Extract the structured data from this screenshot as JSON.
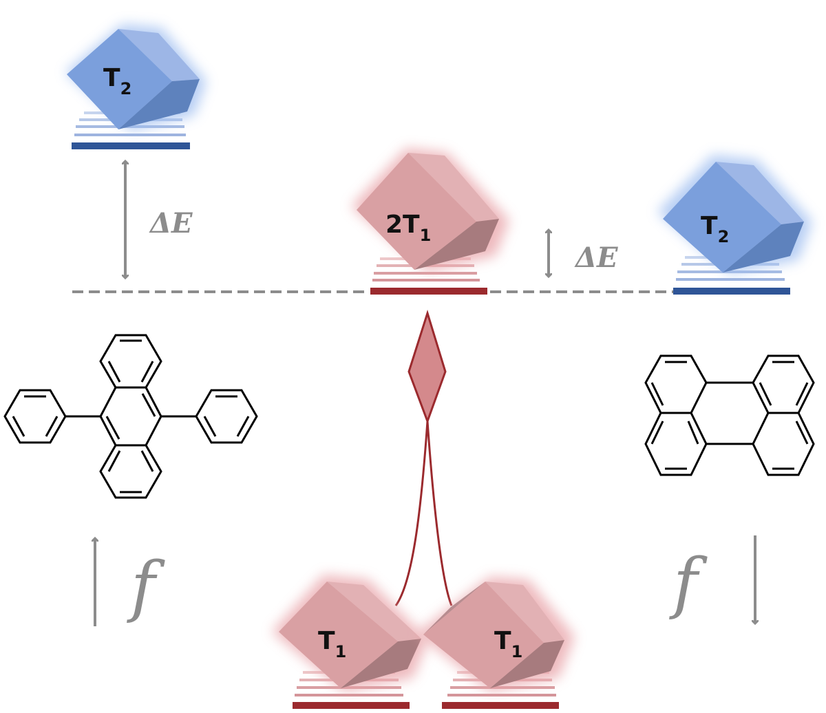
{
  "labels": {
    "t2_left": "T",
    "t2_left_sub": "2",
    "t2_right": "T",
    "t2_right_sub": "2",
    "pair_state": "2T",
    "pair_state_sub": "1",
    "t1_left": "T",
    "t1_left_sub": "1",
    "t1_right": "T",
    "t1_right_sub": "1",
    "delta_e_large": "ΔE",
    "delta_e_small": "ΔE",
    "f_left": "f",
    "f_right": "f"
  },
  "colors": {
    "blue_cube": "#7b9fdc",
    "blue_level": "#2f5597",
    "red_cube": "#d9a0a3",
    "red_level": "#9b2a2e",
    "arrow_gray": "#8c8c8c"
  },
  "icons": {
    "molecule_left": "9,10-diphenylanthracene-structure",
    "molecule_right": "perylene-structure"
  }
}
